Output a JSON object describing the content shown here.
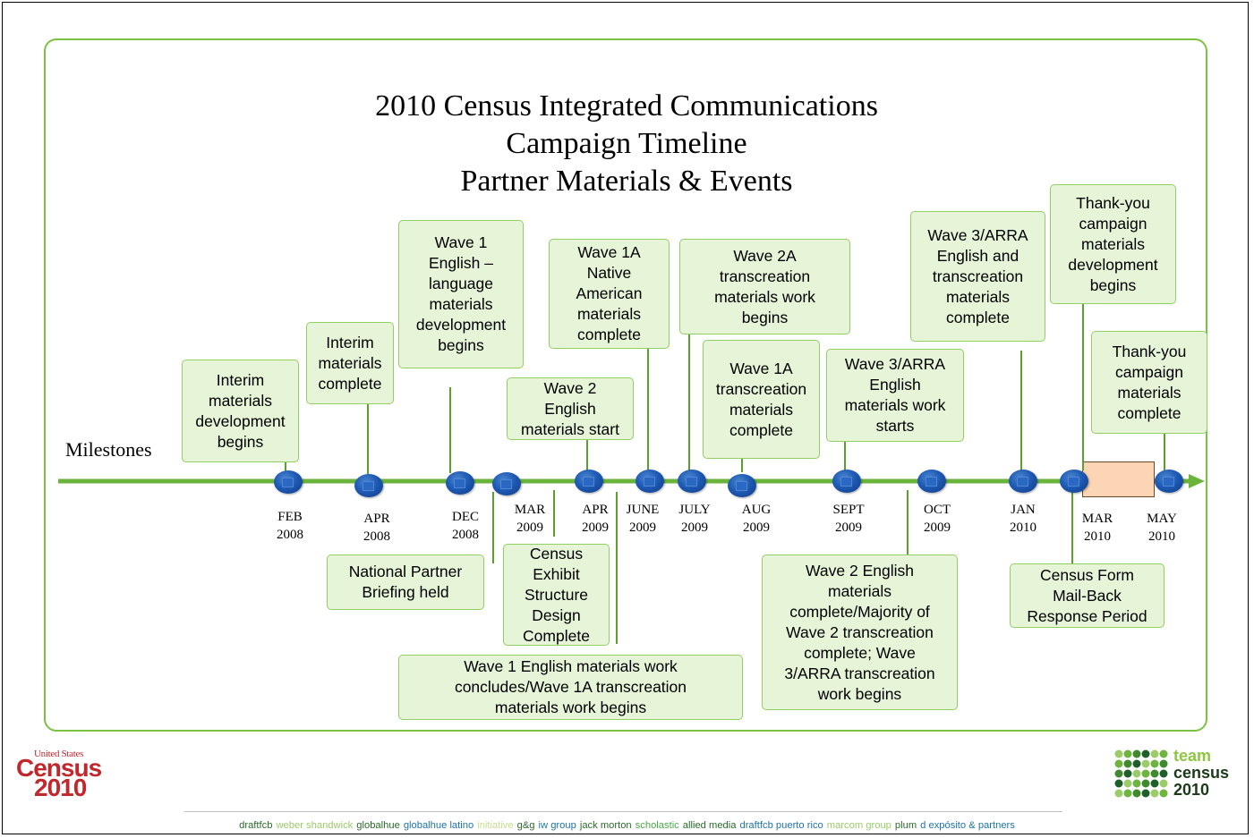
{
  "title_lines": [
    "2010 Census Integrated Communications",
    "Campaign Timeline",
    "Partner Materials & Events"
  ],
  "axis_label": "Milestones",
  "milestones": [
    {
      "label": "FEB\n2008"
    },
    {
      "label": "APR\n2008"
    },
    {
      "label": "DEC\n2008"
    },
    {
      "label": "MAR\n2009"
    },
    {
      "label": "APR\n2009"
    },
    {
      "label": "JUNE\n2009"
    },
    {
      "label": "JULY\n2009"
    },
    {
      "label": "AUG\n2009"
    },
    {
      "label": "SEPT\n2009"
    },
    {
      "label": "OCT\n2009"
    },
    {
      "label": "JAN\n2010"
    },
    {
      "label": "MAR\n2010"
    },
    {
      "label": "MAY\n2010"
    }
  ],
  "events": [
    {
      "text": "Interim\nmaterials\ndevelopment\nbegins"
    },
    {
      "text": "Interim\nmaterials\ncomplete"
    },
    {
      "text": "Wave 1\nEnglish –\nlanguage\nmaterials\ndevelopment\nbegins"
    },
    {
      "text": "Wave 1A\nNative\nAmerican\nmaterials\ncomplete"
    },
    {
      "text": "Wave 2\nEnglish\nmaterials start"
    },
    {
      "text": "Wave 2A\ntranscreation\nmaterials work\nbegins"
    },
    {
      "text": "Wave 1A\ntranscreation\nmaterials\ncomplete"
    },
    {
      "text": "Wave 3/ARRA\nEnglish\nmaterials work\nstarts"
    },
    {
      "text": "Wave 3/ARRA\nEnglish and\ntranscreation\nmaterials\ncomplete"
    },
    {
      "text": "Thank-you\ncampaign\nmaterials\ndevelopment\nbegins"
    },
    {
      "text": "Thank-you\ncampaign\nmaterials\ncomplete"
    },
    {
      "text": "National Partner\nBriefing held"
    },
    {
      "text": "Census\nExhibit\nStructure\nDesign\nComplete"
    },
    {
      "text": "Wave 1 English materials work\nconcludes/Wave 1A transcreation\nmaterials work begins"
    },
    {
      "text": "Wave 2 English\nmaterials\ncomplete/Majority of\nWave 2 transcreation\ncomplete;  Wave\n3/ARRA transcreation\nwork begins"
    },
    {
      "text": "Census Form\nMail-Back\nResponse Period"
    }
  ],
  "logo_census": {
    "small": "United States",
    "word": "Census",
    "year": "2010"
  },
  "logo_team": {
    "line1": "team",
    "line2": "census",
    "line3": "2010"
  },
  "colors": {
    "frame": "#7cc242",
    "box_fill": "#e6f4d8",
    "box_border": "#92cf63",
    "axis": "#6ab43c",
    "dot": "#1f5ab4",
    "census_red": "#c0282d"
  },
  "agencies": [
    {
      "name": "draftfcb",
      "color": "#2b6a2b"
    },
    {
      "name": "weber shandwick",
      "color": "#9ccb6a"
    },
    {
      "name": "globalhue",
      "color": "#2b6a2b"
    },
    {
      "name": "globalhue latino",
      "color": "#1f74a6"
    },
    {
      "name": "initiative",
      "color": "#c8dc8e"
    },
    {
      "name": "g&g",
      "color": "#2b6a2b"
    },
    {
      "name": "iw group",
      "color": "#1f74a6"
    },
    {
      "name": "jack morton",
      "color": "#2b6a2b"
    },
    {
      "name": "scholastic",
      "color": "#4aa84a"
    },
    {
      "name": "allied media",
      "color": "#2b6a2b"
    },
    {
      "name": "draftfcb puerto rico",
      "color": "#1f74a6"
    },
    {
      "name": "marcom group",
      "color": "#9ccb6a"
    },
    {
      "name": "plum",
      "color": "#2b6a2b"
    },
    {
      "name": "d expósito & partners",
      "color": "#1f74a6"
    }
  ]
}
